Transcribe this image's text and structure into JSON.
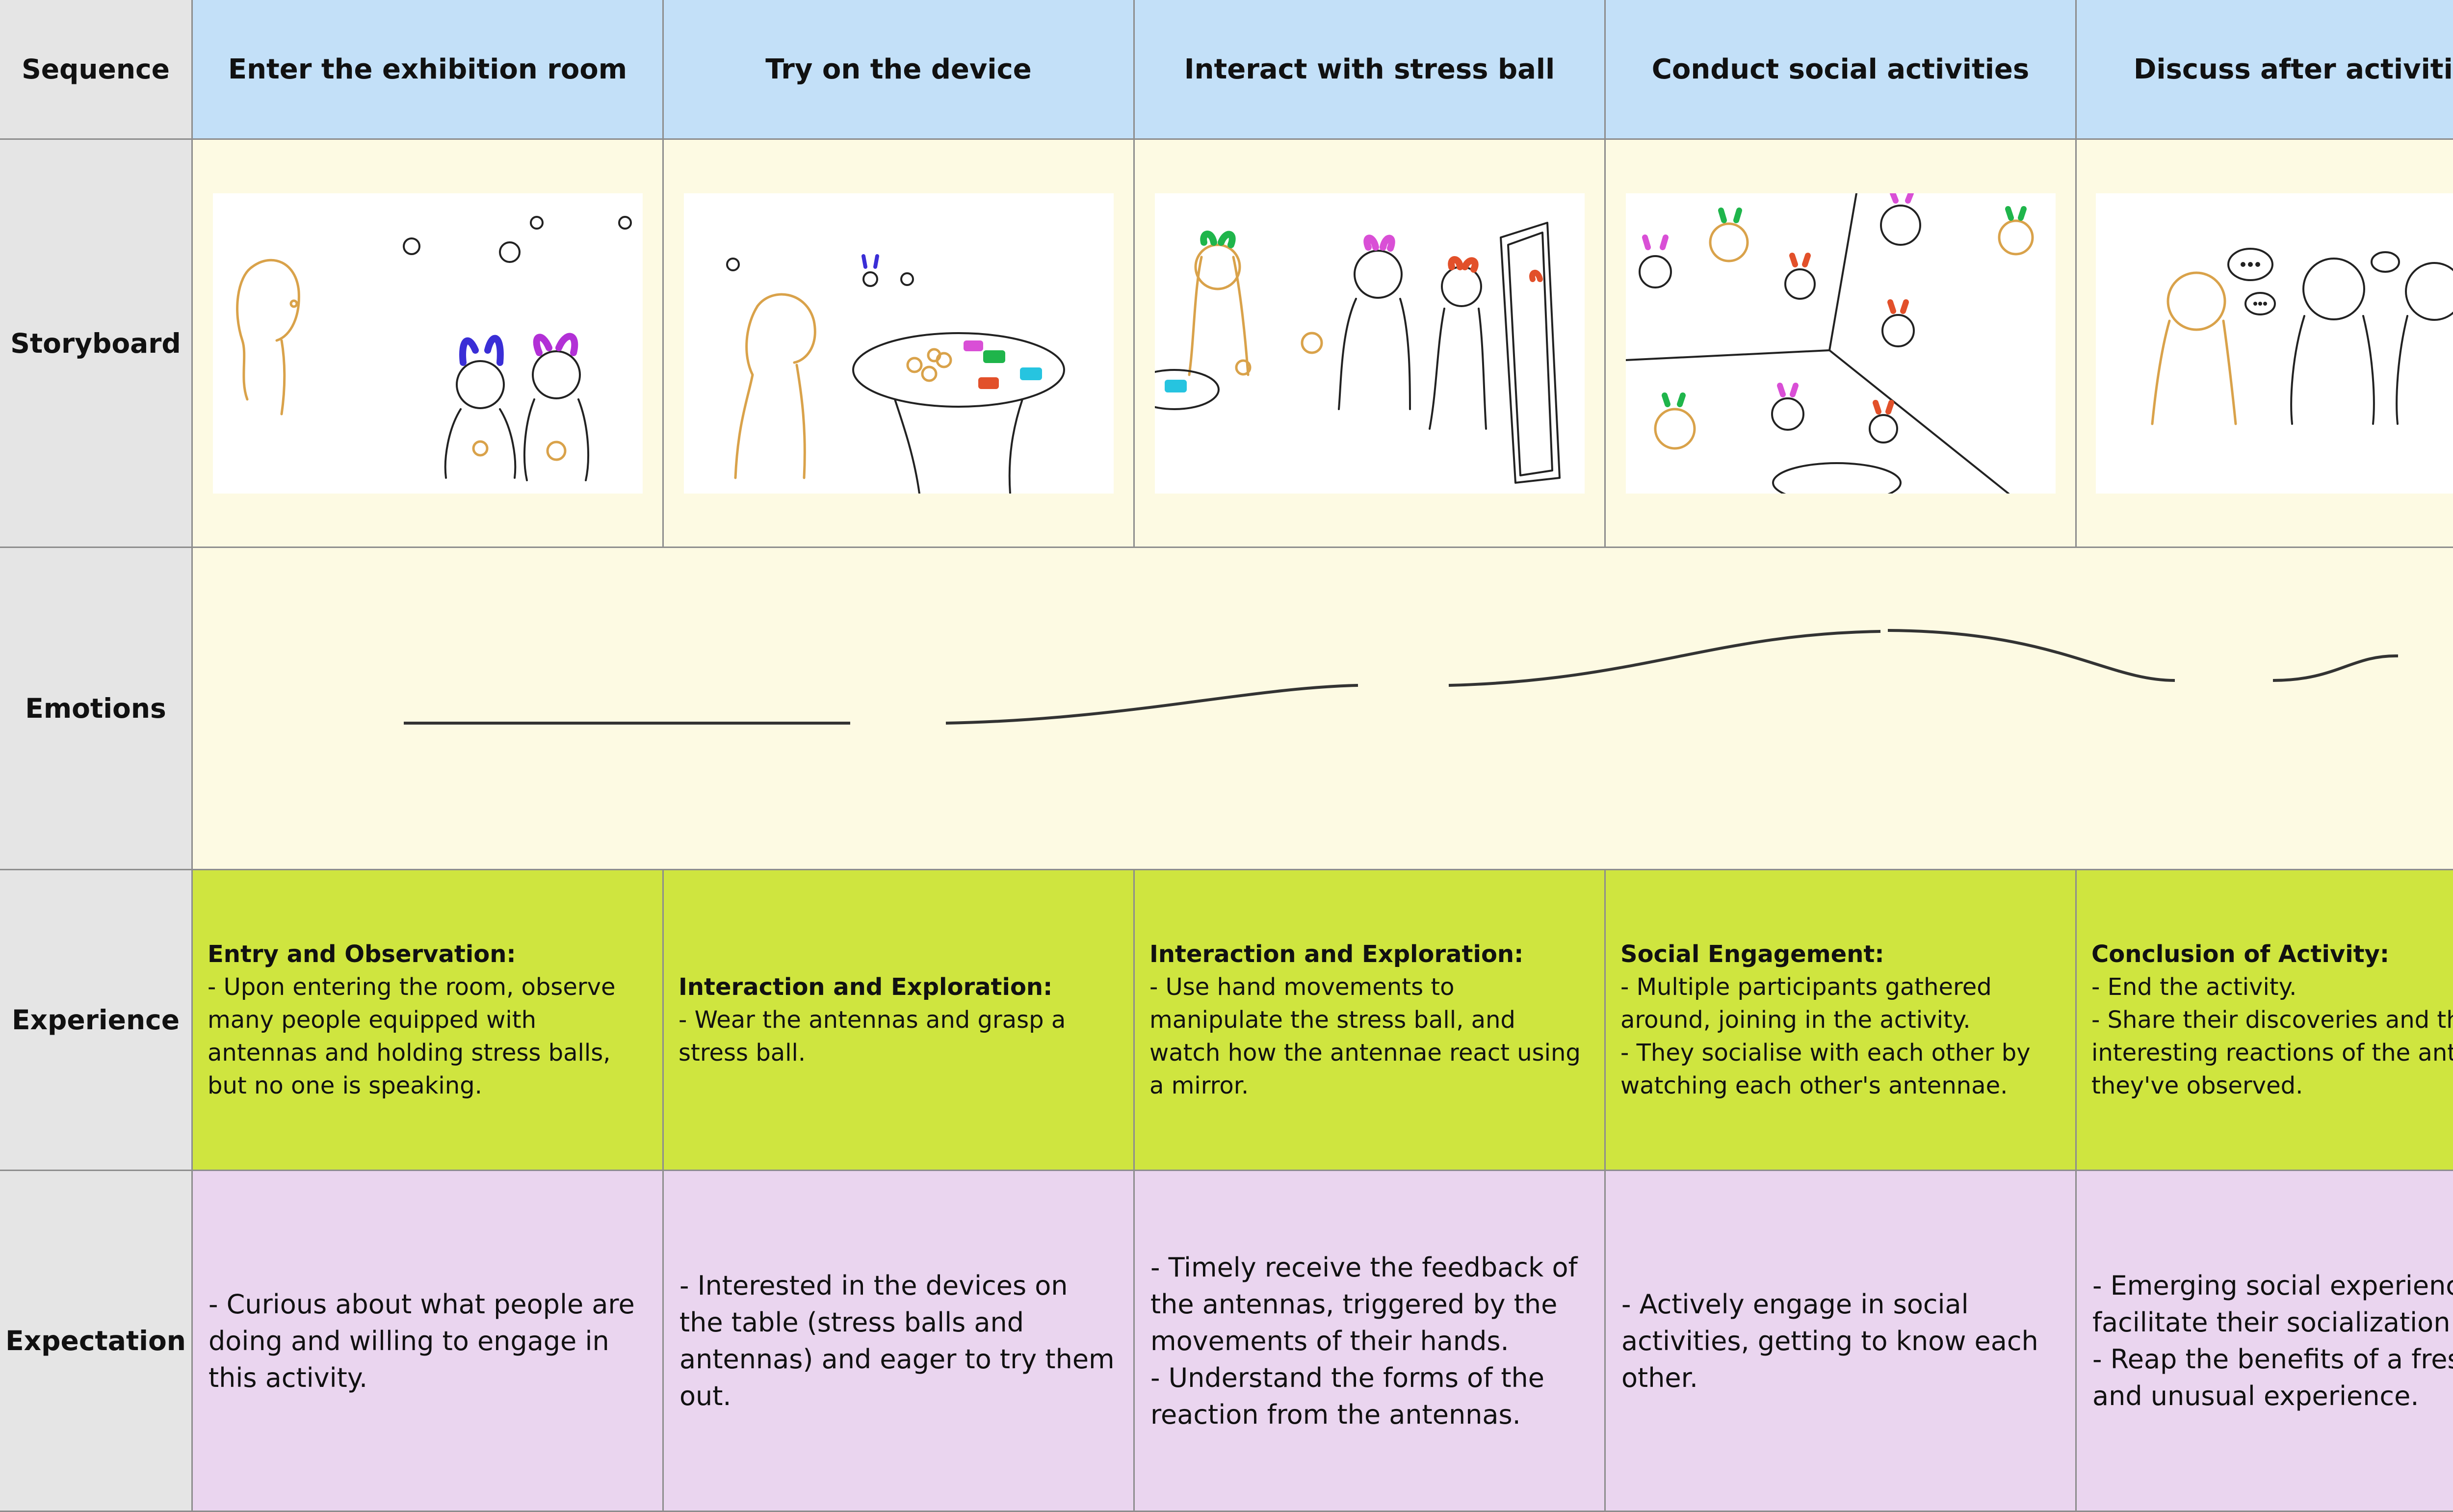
{
  "rows": {
    "sequence": "Sequence",
    "storyboard": "Storyboard",
    "emotions": "Emotions",
    "experience": "Experience",
    "expectation": "Expectation"
  },
  "stages": [
    {
      "sequence": "Enter the exhibition room",
      "emotion": "😮",
      "experience_title": "Entry and Observation:",
      "experience_lines": [
        "- Upon entering the room, observe many people equipped with antennas and holding stress balls, but no one is speaking."
      ],
      "expectation_lines": [
        "- Curious about what people are doing and willing to engage in this activity."
      ]
    },
    {
      "sequence": "Try on the device",
      "emotion": "🤔",
      "experience_title": "Interaction and Exploration:",
      "experience_lines": [
        "- Wear the antennas and grasp a stress ball."
      ],
      "expectation_lines": [
        "- Interested in the devices on the table (stress balls and antennas) and eager to try them out."
      ]
    },
    {
      "sequence": "Interact with stress ball",
      "emotion": "🙂",
      "experience_title": "Interaction and Exploration:",
      "experience_lines": [
        "- Use hand movements to manipulate the stress ball, and watch how the antennae react using a mirror."
      ],
      "expectation_lines": [
        "- Timely receive the feedback of the antennas, triggered by the movements of their hands.",
        "- Understand the forms of the reaction from the antennas."
      ]
    },
    {
      "sequence": "Conduct social activities",
      "emotion": "😃",
      "experience_title": "Social Engagement:",
      "experience_lines": [
        "- Multiple participants gathered around, joining in the activity.",
        "- They socialise with each other by watching each other's antennae."
      ],
      "expectation_lines": [
        "- Actively engage in social activities, getting to know each other."
      ]
    },
    {
      "sequence": "Discuss after activities",
      "emotion": "😲",
      "emotion_extra": "😊",
      "experience_title": "Conclusion of Activity:",
      "experience_lines": [
        "- End the activity.",
        "- Share their discoveries and the interesting reactions of the antennae they've observed."
      ],
      "expectation_lines": [
        "- Emerging social experiences facilitate their socialization.",
        "- Reap the benefits of a fresh and unusual experience."
      ]
    }
  ],
  "colors": {
    "sequence_bg": "#c3e0f8",
    "storyboard_bg": "#fdfae3",
    "experience_bg": "#cfe53f",
    "expectation_bg": "#ead5ef",
    "label_bg": "#e5e5e5"
  }
}
